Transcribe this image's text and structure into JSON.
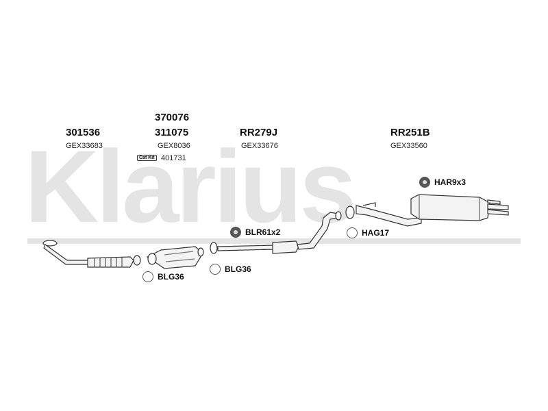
{
  "watermark": {
    "brand": "Klarius"
  },
  "parts": [
    {
      "part_number": "301536",
      "reference": "GEX33683"
    },
    {
      "part_number_top": "370076",
      "part_number": "311075",
      "reference": "GEX8036",
      "cat_kit_label": "Cat Kit",
      "cat_kit_number": "401731"
    },
    {
      "part_number": "RR279J",
      "reference": "GEX33676"
    },
    {
      "part_number": "RR251B",
      "reference": "GEX33560"
    }
  ],
  "accessories": [
    {
      "code": "BLG36",
      "icon": "clamp-ring-icon"
    },
    {
      "code": "BLG36",
      "icon": "clamp-ring-icon"
    },
    {
      "code": "BLR61x2",
      "icon": "rubber-mount-icon"
    },
    {
      "code": "HAG17",
      "icon": "clamp-ring-icon"
    },
    {
      "code": "HAR9x3",
      "icon": "rubber-mount-icon"
    }
  ]
}
